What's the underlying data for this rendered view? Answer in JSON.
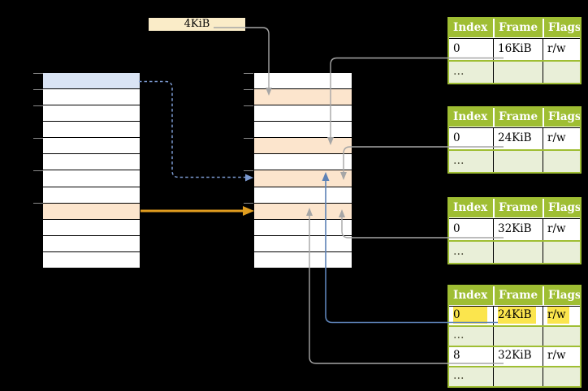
{
  "diagram": {
    "page_size_box": {
      "label": "4KiB"
    },
    "left_memory": {
      "name": "virtual memory column",
      "row_fills": [
        "blue",
        "white",
        "white",
        "white",
        "white",
        "white",
        "white",
        "white",
        "orange",
        "white",
        "white",
        "white"
      ],
      "tick_rows": [
        0,
        1,
        2,
        4,
        6,
        8
      ]
    },
    "middle_memory": {
      "name": "physical memory column",
      "row_fills": [
        "white",
        "orange",
        "white",
        "white",
        "orange",
        "white",
        "orange",
        "white",
        "orange",
        "white",
        "white",
        "white"
      ],
      "tick_rows": [
        0,
        1,
        2,
        4,
        6,
        8
      ]
    },
    "page_tables": [
      {
        "headers": [
          "Index",
          "Frame",
          "Flags"
        ],
        "rows": [
          {
            "variant": "data",
            "cells": [
              "0",
              "16KiB",
              "r/w"
            ]
          },
          {
            "variant": "ellipsis",
            "cells": [
              "…",
              "",
              ""
            ]
          }
        ]
      },
      {
        "headers": [
          "Index",
          "Frame",
          "Flags"
        ],
        "rows": [
          {
            "variant": "data",
            "cells": [
              "0",
              "24KiB",
              "r/w"
            ]
          },
          {
            "variant": "ellipsis",
            "cells": [
              "…",
              "",
              ""
            ]
          }
        ]
      },
      {
        "headers": [
          "Index",
          "Frame",
          "Flags"
        ],
        "rows": [
          {
            "variant": "data",
            "cells": [
              "0",
              "32KiB",
              "r/w"
            ]
          },
          {
            "variant": "ellipsis",
            "cells": [
              "…",
              "",
              ""
            ]
          }
        ]
      },
      {
        "headers": [
          "Index",
          "Frame",
          "Flags"
        ],
        "rows": [
          {
            "variant": "data",
            "cells": [
              "0",
              "24KiB",
              "r/w"
            ],
            "highlighted": true
          },
          {
            "variant": "ellipsis",
            "cells": [
              "…",
              "",
              ""
            ]
          },
          {
            "variant": "data",
            "cells": [
              "8",
              "32KiB",
              "r/w"
            ]
          },
          {
            "variant": "ellipsis",
            "cells": [
              "…",
              "",
              ""
            ]
          }
        ]
      }
    ],
    "colors": {
      "header_green": "#9fbe33",
      "light_green": "#e9efd8",
      "orange_row": "#fce5cd",
      "blue_row": "#dae4f4",
      "highlight_yellow": "#fbe54d",
      "box_cream": "#faecc8",
      "gray_line": "#a6a6a6",
      "blue_line": "#5d82b6",
      "dashed_blue": "#7b99cf",
      "orange_arrow": "#e09d1f",
      "tick_gray": "#8a8a8a"
    }
  }
}
